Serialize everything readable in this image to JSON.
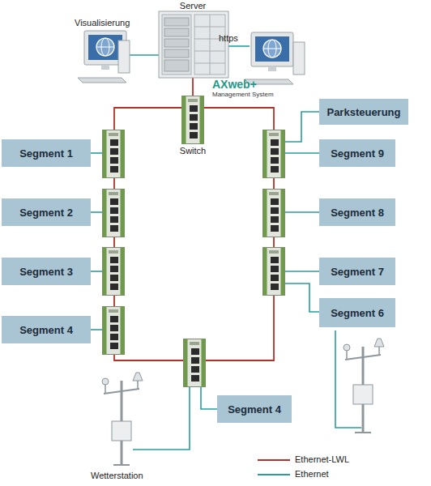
{
  "diagram": {
    "nodes": [
      {
        "text": [
          "Parksteuerung"
        ]
      },
      {
        "text": [
          "Segment 1"
        ]
      },
      {
        "text": [
          "Segment 9"
        ]
      },
      {
        "text": [
          "Segment 2"
        ]
      },
      {
        "text": [
          "Segment 8"
        ]
      },
      {
        "text": [
          "Segment 3"
        ]
      },
      {
        "text": [
          "Segment 7"
        ]
      },
      {
        "text": [
          "Segment 6"
        ]
      },
      {
        "text": [
          "Segment 4"
        ]
      },
      {
        "text": [
          "Segment 4"
        ]
      }
    ],
    "labels": [
      "Server",
      "Visualisierung",
      "https",
      "AXweb+",
      "Management System",
      "Switch",
      "Wetterstation"
    ],
    "legend": [
      {
        "text": "Ethernet-LWL"
      },
      {
        "text": "Ethernet"
      }
    ]
  }
}
